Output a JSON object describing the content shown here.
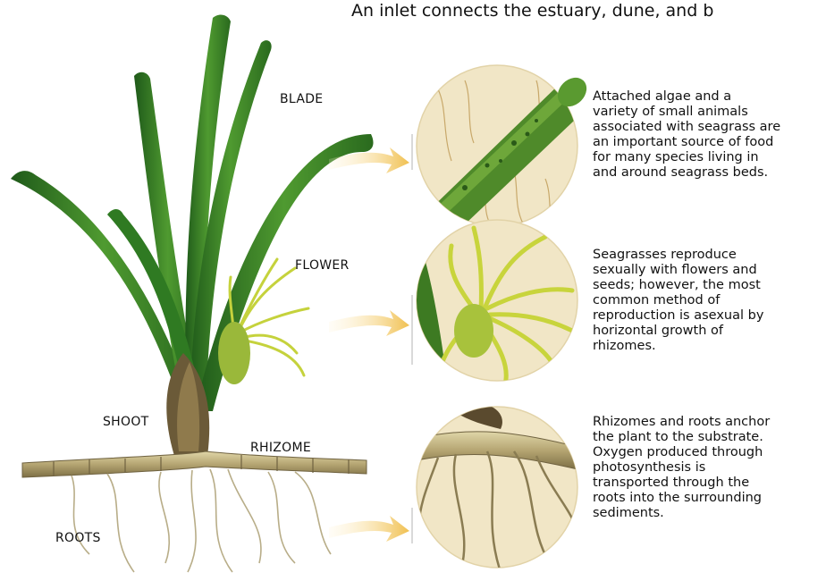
{
  "caption": "An inlet connects the estuary, dune, and b",
  "labels": {
    "blade": "BLADE",
    "flower": "FLOWER",
    "shoot": "SHOOT",
    "rhizome": "RHIZOME",
    "roots": "ROOTS"
  },
  "descriptions": {
    "blade": [
      "Attached algae and a",
      "variety of small animals",
      "associated with seagrass are",
      "an important source of food",
      "for many species living in",
      "and around seagrass beds."
    ],
    "flower": [
      "Seagrasses reproduce",
      "sexually with flowers and",
      "seeds; however, the most",
      "common method of",
      "reproduction is asexual by",
      "horizontal growth of",
      "rhizomes."
    ],
    "rhizome": [
      "Rhizomes and roots anchor",
      "the plant to the substrate.",
      "Oxygen produced through",
      "photosynthesis is",
      "transported through the",
      "roots into the surrounding",
      "sediments."
    ]
  },
  "colors": {
    "blade_dark": "#1f5a1a",
    "blade_mid": "#3f8a2a",
    "blade_light": "#7cb442",
    "flower": "#c9d43a",
    "rhizome": "#b9ac7a",
    "circle_bg": "#f1e6c6",
    "arrow": "#f0c860"
  }
}
